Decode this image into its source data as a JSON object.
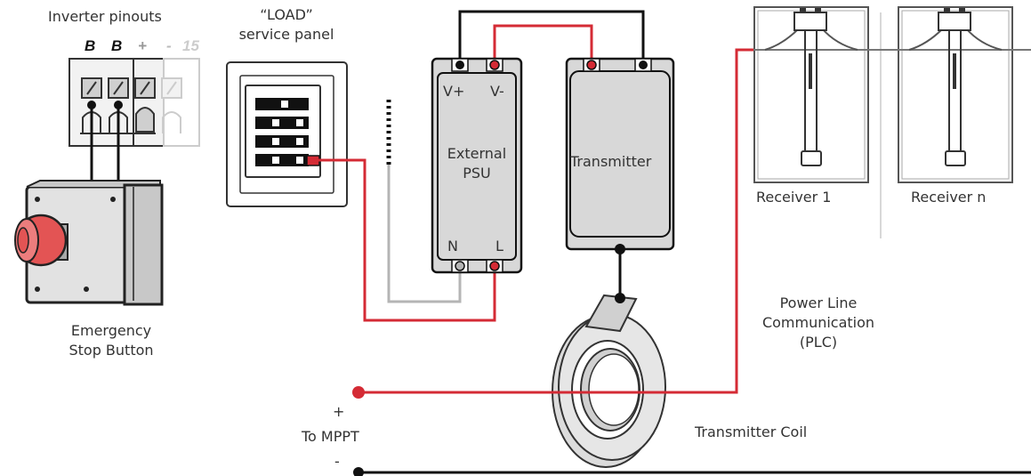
{
  "labels": {
    "inverter_pinouts": "Inverter pinouts",
    "load_line1": "“LOAD”",
    "load_line2": "service panel",
    "estop_line1": "Emergency",
    "estop_line2": "Stop Button",
    "psu_line1": "External",
    "psu_line2": "PSU",
    "psu_vplus": "V+",
    "psu_vminus": "V-",
    "psu_n": "N",
    "psu_l": "L",
    "transmitter": "Transmitter",
    "receiver1": "Receiver 1",
    "receivern": "Receiver n",
    "plc_line1": "Power Line",
    "plc_line2": "Communication",
    "plc_line3": "(PLC)",
    "plus": "+",
    "to_mppt": "To MPPT",
    "minus": "-",
    "transmitter_coil": "Transmitter Coil"
  },
  "terminals": [
    "B",
    "B",
    "+",
    "-",
    "15"
  ],
  "colors": {
    "red": "#d42b35",
    "black": "#111111",
    "grey_wire": "#b5b5b5",
    "box_fill": "#d8d8d8",
    "terminal_fill": "#cfcfcf",
    "button_red": "#e35454"
  }
}
